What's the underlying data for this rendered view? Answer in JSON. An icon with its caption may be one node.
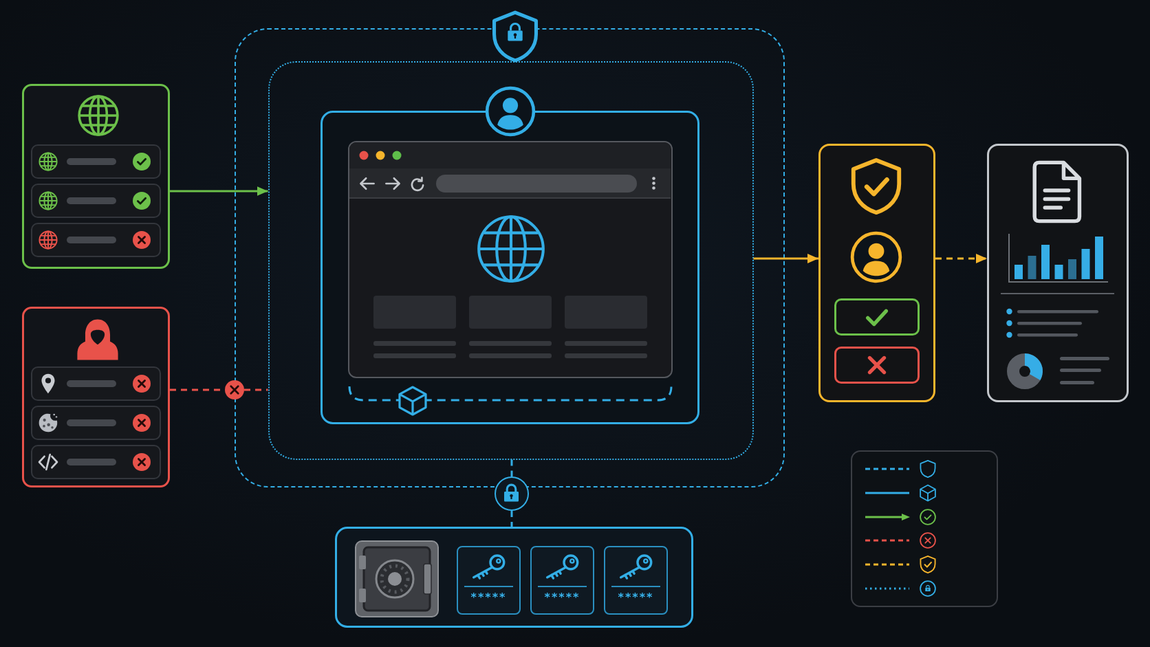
{
  "diagram": {
    "nodes": [
      {
        "text": [],
        "shape": "box"
      },
      {
        "text": [],
        "shape": "box"
      },
      {
        "text": [],
        "shape": "circle"
      },
      {
        "text": [],
        "shape": "box"
      },
      {
        "text": [],
        "shape": "box",
        "in": 3
      },
      {
        "text": [],
        "shape": "box",
        "in": 4
      },
      {
        "text": [],
        "shape": "box",
        "in": 5
      },
      {
        "text": [],
        "shape": "circle"
      },
      {
        "text": [],
        "shape": "box"
      },
      {
        "text": [],
        "shape": "picture",
        "in": 8
      },
      {
        "text": [
          "*****"
        ],
        "in": 8
      },
      {
        "text": [
          "*****"
        ],
        "in": 8
      },
      {
        "text": [
          "*****"
        ],
        "in": 8
      },
      {
        "text": [],
        "shape": "box"
      },
      {
        "text": [],
        "shape": "box"
      },
      {
        "text": [],
        "shape": "box"
      }
    ],
    "edges": [
      {
        "from": 0,
        "to": 4,
        "arrow": "to",
        "color": "#6cc04a"
      },
      {
        "from": 1,
        "to": 2,
        "arrow": "none",
        "style": "dashed",
        "color": "#e8524a"
      },
      {
        "from": 2,
        "to": 4,
        "arrow": "none",
        "style": "dashed",
        "color": "#e8524a"
      },
      {
        "from": 4,
        "to": 7,
        "arrow": "none",
        "style": "dashed",
        "color": "#33aee6"
      },
      {
        "from": 7,
        "to": 8,
        "arrow": "none",
        "style": "dashed",
        "color": "#33aee6"
      },
      {
        "from": 4,
        "to": 13,
        "arrow": "to",
        "color": "#f6b52c"
      },
      {
        "from": 13,
        "to": 14,
        "arrow": "to",
        "style": "dashed",
        "color": "#f6b52c"
      }
    ]
  }
}
